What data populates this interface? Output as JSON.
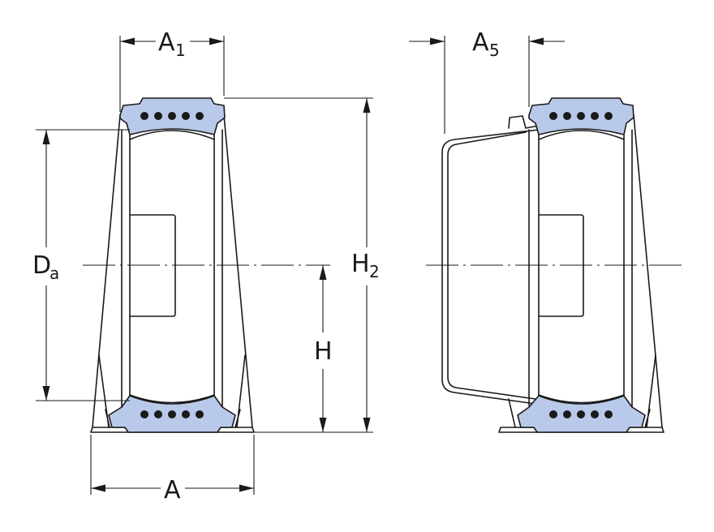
{
  "colors": {
    "line": "#1a1a1a",
    "seal_fill": "#b9c9ea",
    "background": "#ffffff"
  },
  "labels": {
    "A1": {
      "main": "A",
      "sub": "1"
    },
    "A5": {
      "main": "A",
      "sub": "5"
    },
    "Da": {
      "main": "D",
      "sub": "a"
    },
    "H2": {
      "main": "H",
      "sub": "2"
    },
    "H": {
      "main": "H"
    },
    "A": {
      "main": "A"
    }
  }
}
